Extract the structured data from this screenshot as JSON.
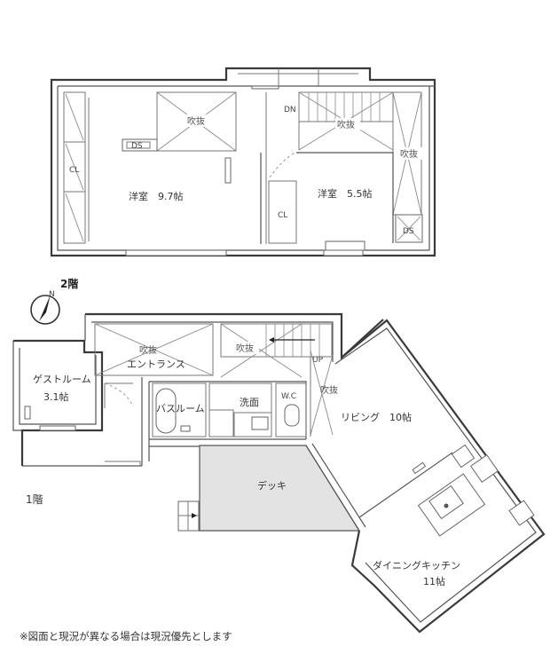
{
  "floor2": {
    "label": "2階",
    "rooms": {
      "western_room_large": "洋室　9.7帖",
      "western_room_small": "洋室　5.5帖",
      "closet_left": "CL",
      "closet_center": "CL",
      "void_left": "吹抜",
      "void_stair": "吹抜",
      "void_right": "吹抜",
      "duct_left": "DS",
      "duct_right": "DS",
      "stair_down": "DN"
    }
  },
  "floor1": {
    "label": "1階",
    "rooms": {
      "guest_room": "ゲストルーム",
      "guest_room_size": "3.1帖",
      "entrance_void": "吹抜",
      "entrance": "エントランス",
      "stair_void": "吹抜",
      "living_void": "吹抜",
      "stair_up": "UP",
      "bathroom": "バスルーム",
      "washroom": "洗面",
      "toilet": "W.C",
      "living": "リビング　10帖",
      "deck": "デッキ",
      "dining_kitchen": "ダイニングキッチン",
      "dining_kitchen_size": "11帖"
    }
  },
  "compass": {
    "direction": "N"
  },
  "footer": {
    "note": "※図面と現況が異なる場合は現況優先とします"
  },
  "colors": {
    "wall": "#3a3a3a",
    "deck_fill": "#e3e3e3",
    "background": "#ffffff"
  }
}
